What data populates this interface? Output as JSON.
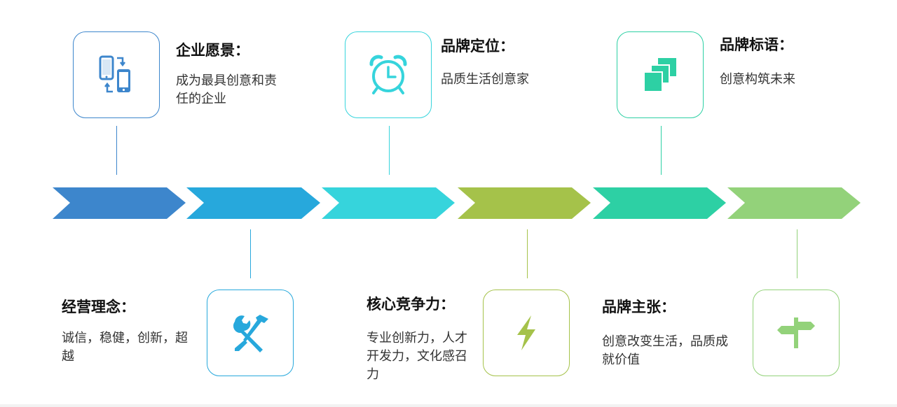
{
  "items": [
    {
      "title": "企业愿景：",
      "desc": "成为最具创意和责任的企业",
      "color": "#3d86cc",
      "icon": "phone-sync-icon"
    },
    {
      "title": "经营理念：",
      "desc": "诚信，稳健，创新，超越",
      "color": "#27a8dc",
      "icon": "tools-icon"
    },
    {
      "title": "品牌定位：",
      "desc": "品质生活创意家",
      "color": "#36d4dc",
      "icon": "alarm-clock-icon"
    },
    {
      "title": "核心竞争力：",
      "desc": "专业创新力，人才开发力，文化感召力",
      "color": "#a5c24a",
      "icon": "lightning-icon"
    },
    {
      "title": "品牌标语：",
      "desc": "创意构筑未来",
      "color": "#2dd0a4",
      "icon": "stacked-squares-icon"
    },
    {
      "title": "品牌主张：",
      "desc": "创意改变生活，品质成就价值",
      "color": "#93d27a",
      "icon": "signpost-icon"
    }
  ]
}
